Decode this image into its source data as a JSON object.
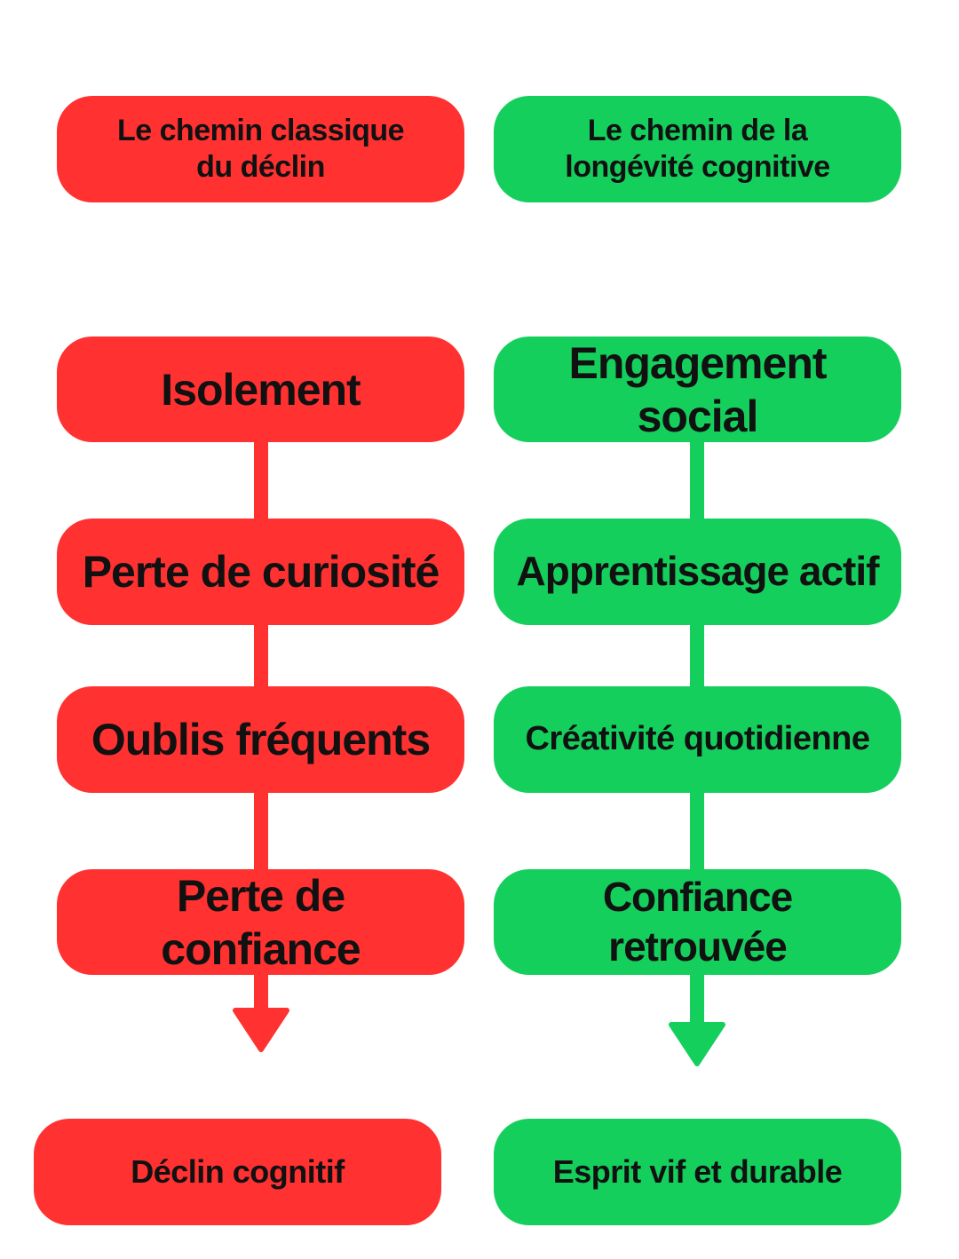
{
  "colors": {
    "decline": "#ff3131",
    "longevity": "#15cf5d",
    "text": "#111111"
  },
  "columns": {
    "decline": {
      "header": "Le chemin classique\ndu déclin",
      "steps": [
        "Isolement",
        "Perte de curiosité",
        "Oublis fréquents",
        "Perte de confiance"
      ],
      "outcome": "Déclin cognitif"
    },
    "longevity": {
      "header": "Le chemin de la\nlongévité cognitive",
      "steps": [
        "Engagement social",
        "Apprentissage actif",
        "Créativité quotidienne",
        "Confiance retrouvée"
      ],
      "outcome": "Esprit vif et durable"
    }
  }
}
